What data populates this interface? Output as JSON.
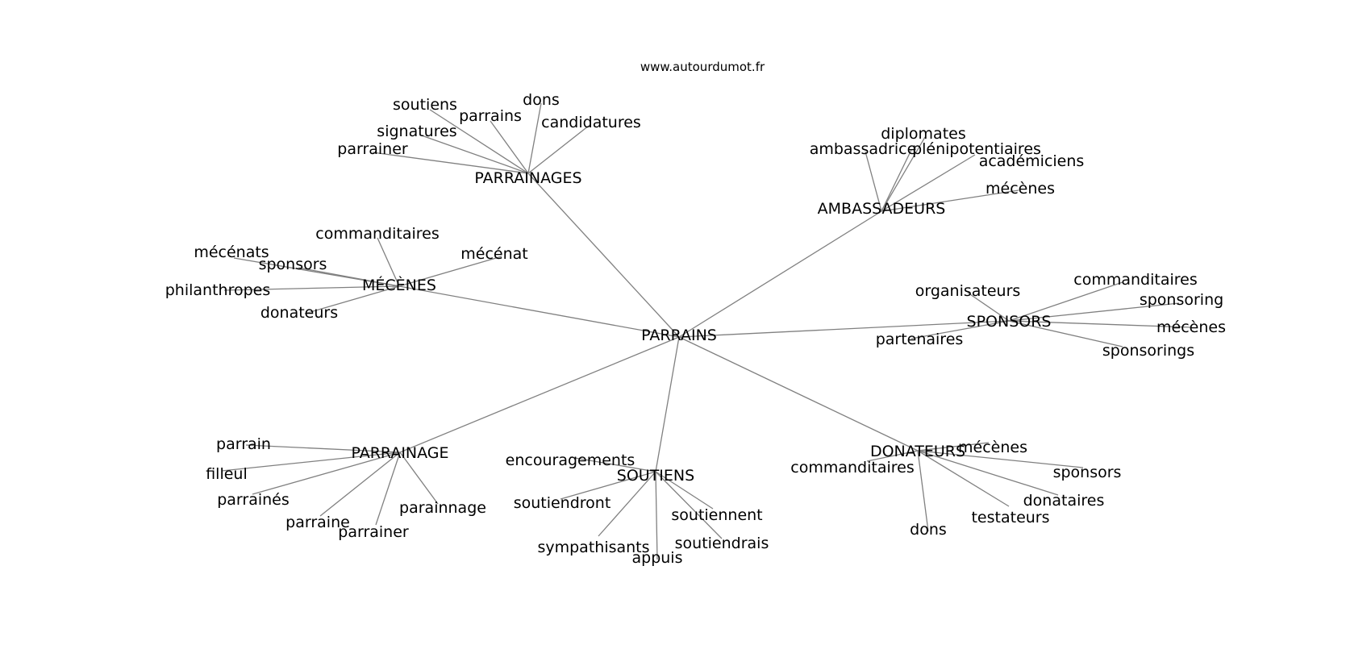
{
  "title": "www.autourdumot.fr",
  "center": "PARRAINS",
  "groups": [
    {
      "hub": "PARRAINAGES",
      "words": [
        "soutiens",
        "dons",
        "parrains",
        "candidatures",
        "signatures",
        "parrainer"
      ]
    },
    {
      "hub": "AMBASSADEURS",
      "words": [
        "diplomates",
        "ambassadrice",
        "plénipotentiaires",
        "académiciens",
        "mécènes"
      ]
    },
    {
      "hub": "MÉCÈNES",
      "words": [
        "commanditaires",
        "mécénats",
        "mécénat",
        "sponsors",
        "philanthropes",
        "donateurs"
      ]
    },
    {
      "hub": "SPONSORS",
      "words": [
        "organisateurs",
        "commanditaires",
        "sponsoring",
        "mécènes",
        "partenaires",
        "sponsorings"
      ]
    },
    {
      "hub": "PARRAINAGE",
      "words": [
        "parrain",
        "filleul",
        "parrainés",
        "parraine",
        "parrainer",
        "parainnage"
      ]
    },
    {
      "hub": "SOUTIENS",
      "words": [
        "encouragements",
        "soutiendront",
        "soutiennent",
        "soutiendrais",
        "sympathisants",
        "appuis"
      ]
    },
    {
      "hub": "DONATEURS",
      "words": [
        "mécènes",
        "commanditaires",
        "sponsors",
        "donataires",
        "testateurs",
        "dons"
      ]
    }
  ]
}
